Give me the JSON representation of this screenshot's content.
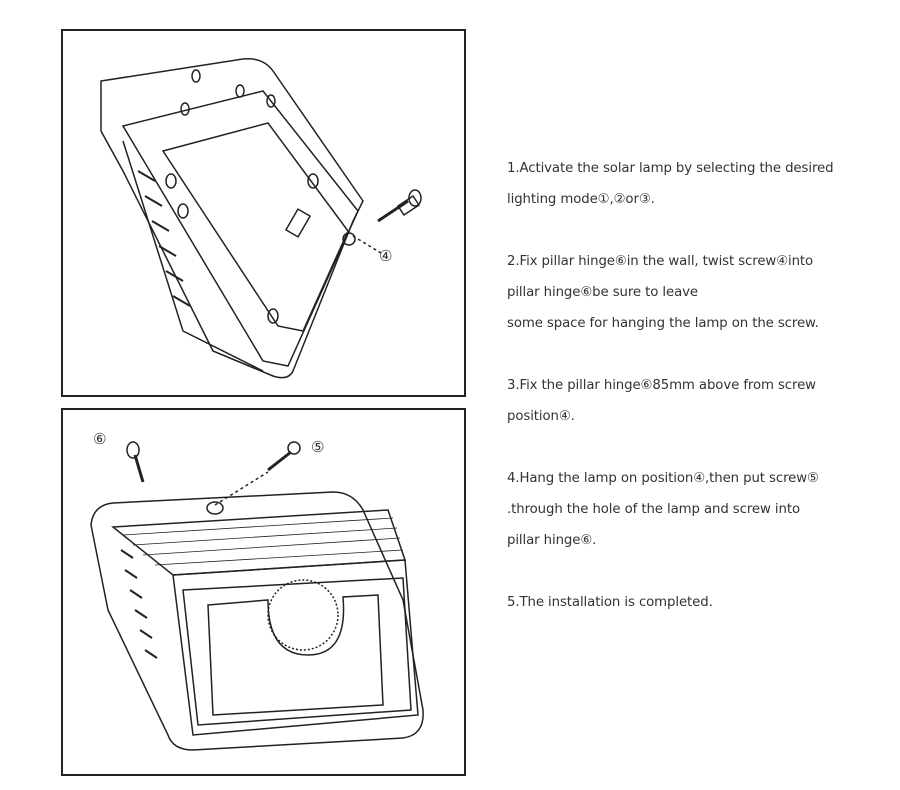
{
  "figures": {
    "fig1": {
      "labels": {
        "screw_4": "④"
      }
    },
    "fig2": {
      "labels": {
        "hinge_6": "⑥",
        "screw_5": "⑤"
      }
    }
  },
  "instructions": [
    "1.Activate the solar lamp by selecting the desired",
    "lighting mode①,②or③.",
    "2.Fix pillar hinge⑥in the wall, twist screw④into",
    "pillar hinge⑥be sure to leave",
    "some space for hanging the lamp on the screw.",
    "3.Fix the pillar hinge⑥85mm above from screw",
    "position④.",
    "4.Hang the lamp on position④,then put screw⑤",
    ".through the hole of the lamp and screw into",
    "pillar hinge⑥.",
    "5.The installation is completed."
  ]
}
